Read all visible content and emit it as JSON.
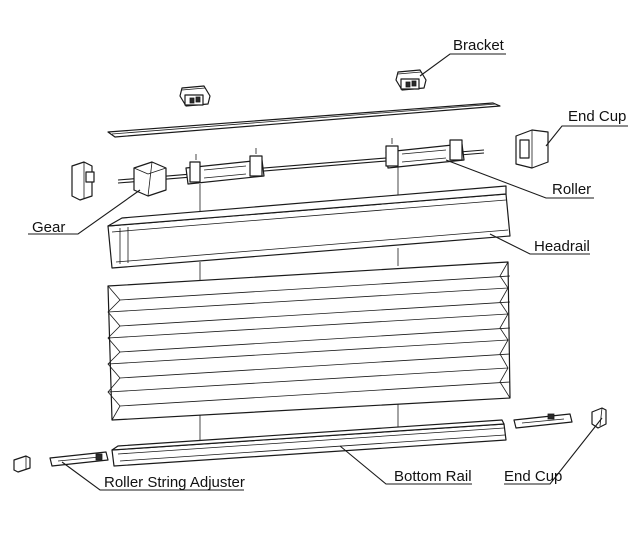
{
  "labels": {
    "bracket": "Bracket",
    "end_cup_top": "End Cup",
    "roller": "Roller",
    "gear": "Gear",
    "headrail": "Headrail",
    "roller_string_adjuster": "Roller String Adjuster",
    "bottom_rail": "Bottom Rail",
    "end_cup_bottom": "End Cup"
  },
  "colors": {
    "line": "#1a1a1a",
    "background": "#ffffff"
  }
}
